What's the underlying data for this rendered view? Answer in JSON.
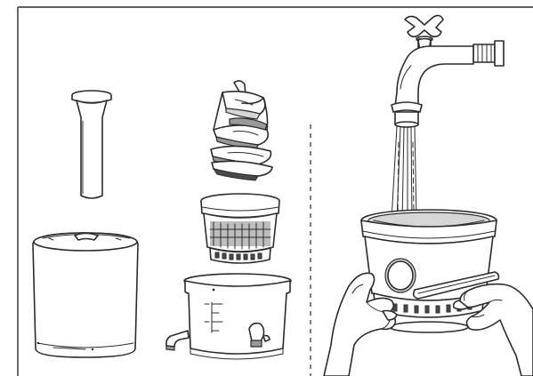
{
  "figure": {
    "left_panel": {
      "parts": [
        "pusher-cap",
        "bowl-lid",
        "auger",
        "strainer-basket",
        "juicing-bowl"
      ]
    },
    "right_panel": {
      "scene": "rinse-under-faucet"
    },
    "divider": "dashed"
  },
  "colors": {
    "line": "#2b2b2b",
    "mid_grey": "#9a9a9a",
    "light_grey": "#d6d6d6",
    "background": "#ffffff"
  }
}
